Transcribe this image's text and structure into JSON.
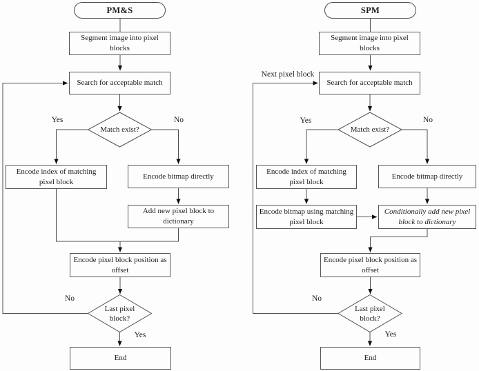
{
  "left": {
    "nodes": {
      "start": "PM&S",
      "segment": "Segment image into pixel\nblocks",
      "search": "Search for acceptable match",
      "match_exist": "Match exist?",
      "encode_index": "Encode index of matching\npixel block",
      "encode_bitmap": "Encode bitmap directly",
      "add_new": "Add new pixel block to\ndictionary",
      "encode_position": "Encode pixel block position as\noffset",
      "last_block": "Last pixel\nblock?",
      "end": "End"
    },
    "labels": {
      "yes_match": "Yes",
      "no_match": "No",
      "no_last": "No",
      "yes_last": "Yes"
    }
  },
  "right": {
    "nodes": {
      "start": "SPM",
      "segment": "Segment image into pixel\nblocks",
      "search": "Search for acceptable match",
      "match_exist": "Match exist?",
      "encode_index": "Encode index of matching\npixel block",
      "encode_bitmap": "Encode bitmap directly",
      "encode_bitmap_matching": "Encode bitmap using matching\npixel block",
      "conditionally_add": "Conditionally add new pixel\nblock to dictionary",
      "encode_position": "Encode pixel block position as\noffset",
      "last_block": "Last pixel\nblock?",
      "end": "End"
    },
    "labels": {
      "next_block": "Next pixel block",
      "yes_match": "Yes",
      "no_match": "No",
      "no_last": "No",
      "yes_last": "Yes"
    }
  },
  "colors": {
    "line": "#4f4f4f",
    "box_border": "#565656",
    "arrowhead": "#101010",
    "text": "#1b1b1b",
    "background": "#fdfdfd"
  }
}
